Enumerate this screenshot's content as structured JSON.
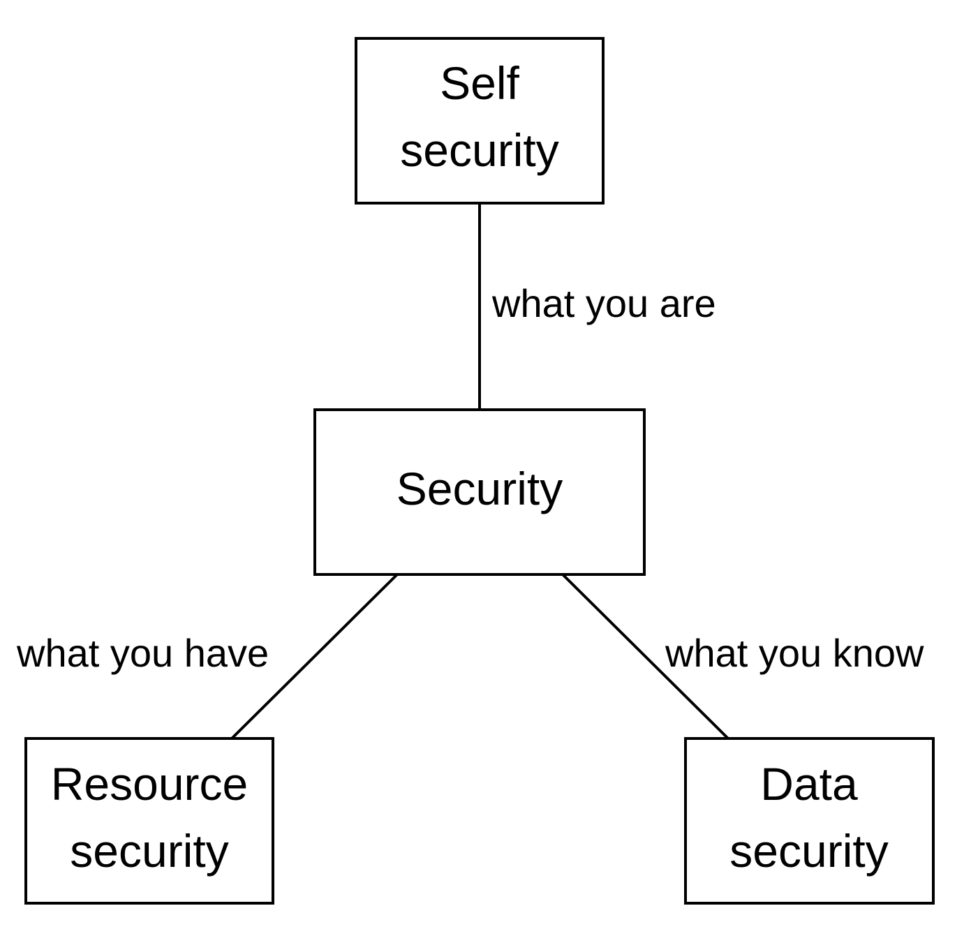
{
  "diagram": {
    "nodes": {
      "self": {
        "line1": "Self",
        "line2": "security"
      },
      "center": {
        "label": "Security"
      },
      "resource": {
        "line1": "Resource",
        "line2": "security"
      },
      "data": {
        "line1": "Data",
        "line2": "security"
      }
    },
    "edges": {
      "are": {
        "label": "what you are"
      },
      "have": {
        "label": "what you have"
      },
      "know": {
        "label": "what you know"
      }
    },
    "colors": {
      "stroke": "#000000",
      "text": "#000000",
      "background": "#ffffff"
    }
  }
}
